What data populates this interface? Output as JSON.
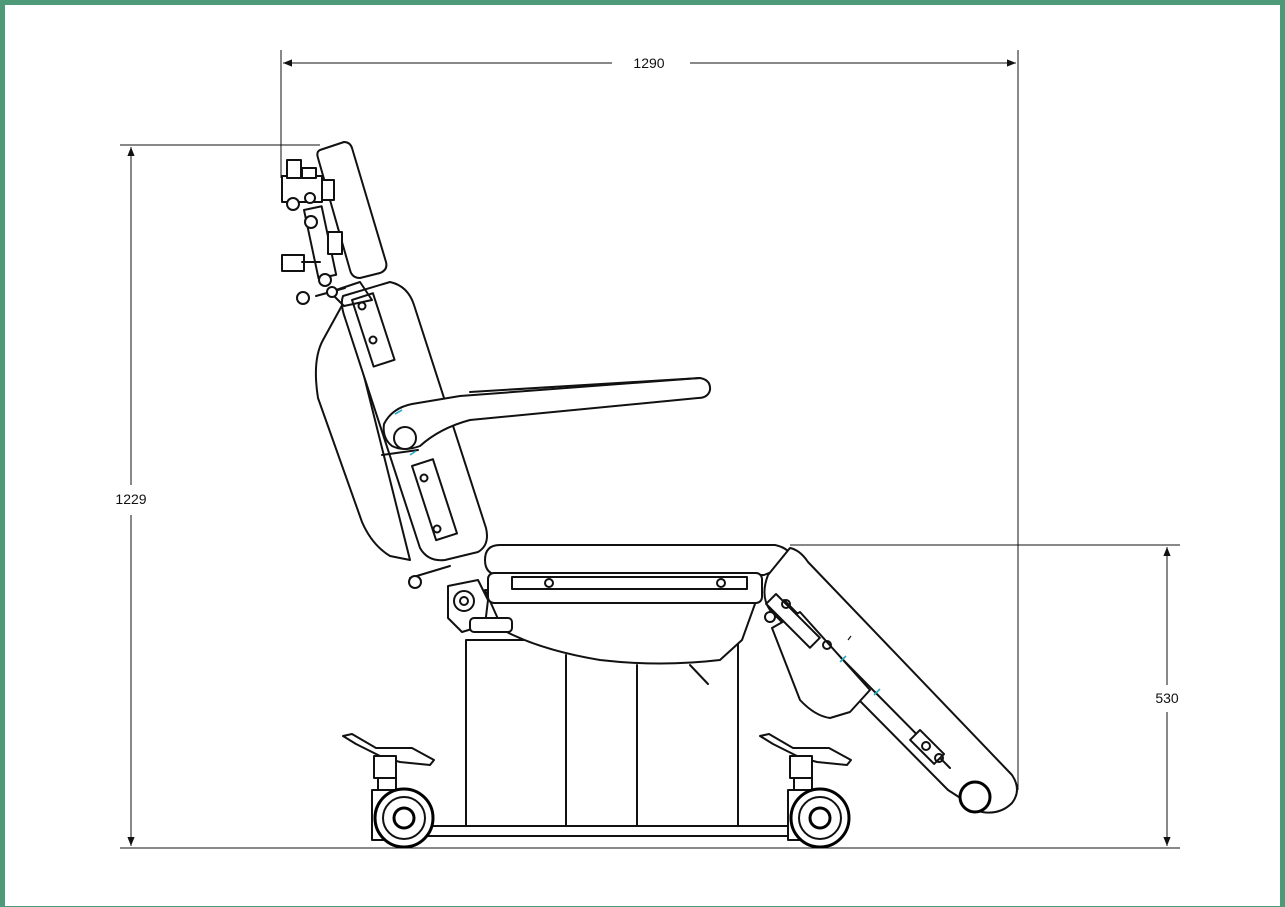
{
  "dimensions": {
    "overall_width": "1290",
    "overall_height": "1229",
    "seat_height": "530"
  },
  "colors": {
    "frame_border": "#4e9a78",
    "line": "#111111",
    "accent_marks": "#2aa9c9"
  },
  "subject": "chair-side-view"
}
